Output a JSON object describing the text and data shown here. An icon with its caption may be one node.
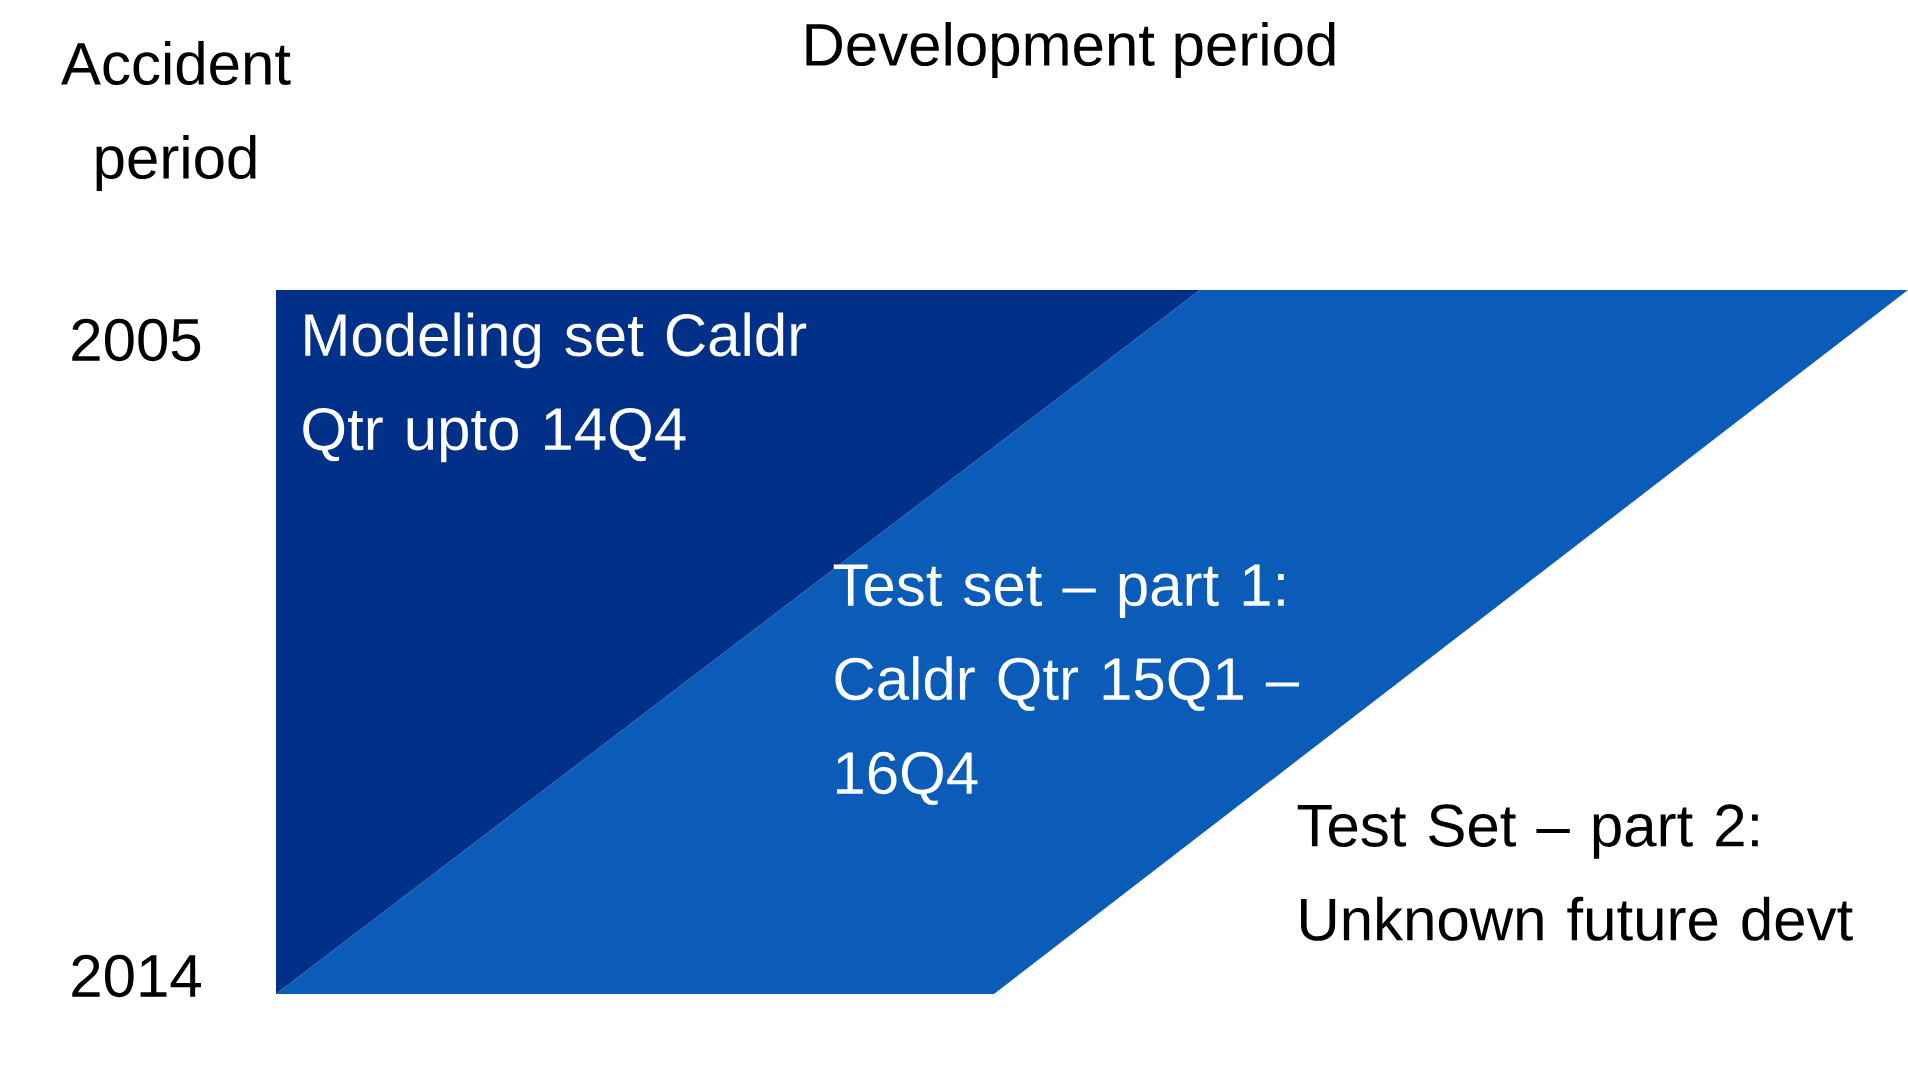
{
  "diagram": {
    "title": "Development period",
    "nodes": [
      {
        "text": [
          "Modeling set Caldr Qtr upto 14Q4"
        ]
      },
      {
        "text": [
          "Test set – part 1: Caldr Qtr 15Q1 – 16Q4"
        ]
      }
    ],
    "labels": [
      "Accident period",
      "2005",
      "2014",
      "Test Set – part 2: Unknown future devt"
    ]
  }
}
